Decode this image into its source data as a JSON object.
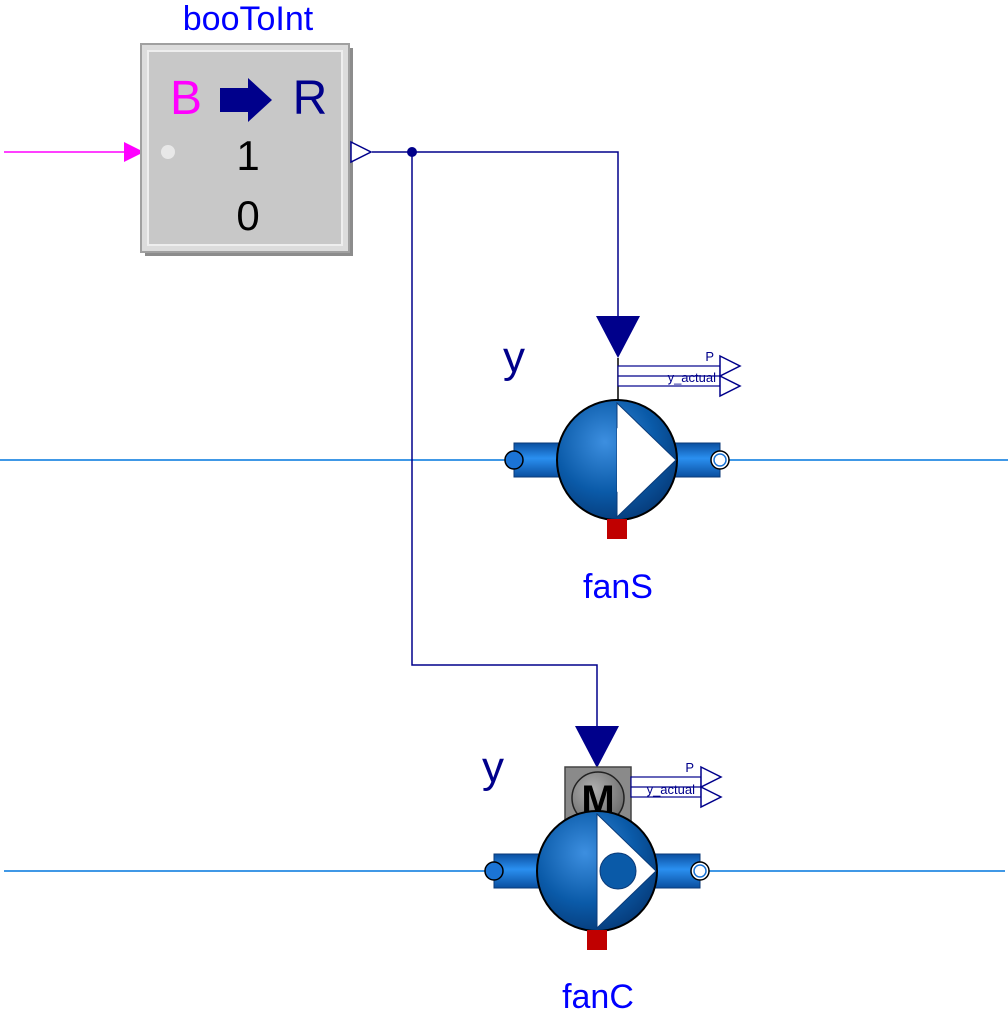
{
  "colors": {
    "label_blue": "#0000ff",
    "signal_navy": "#00008b",
    "bool_magenta": "#ff00ff",
    "fluid_line": "#0077dd",
    "fan_body": "#0a5aa8",
    "fan_dark": "#0a3a78",
    "pipe": "#1b74d6",
    "heat_port": "#c00000",
    "block_gray": "#c8c8c8",
    "motor_gray": "#8a8a8a"
  },
  "booToInt": {
    "name": "booToInt",
    "input_symbol": "B",
    "output_symbol": "R",
    "true_value": "1",
    "false_value": "0"
  },
  "fanS": {
    "name": "fanS",
    "input_label": "y",
    "output_power": "P",
    "output_speed": "y_actual"
  },
  "fanC": {
    "name": "fanC",
    "input_label": "y",
    "motor_label": "M",
    "output_power": "P",
    "output_speed": "y_actual"
  }
}
